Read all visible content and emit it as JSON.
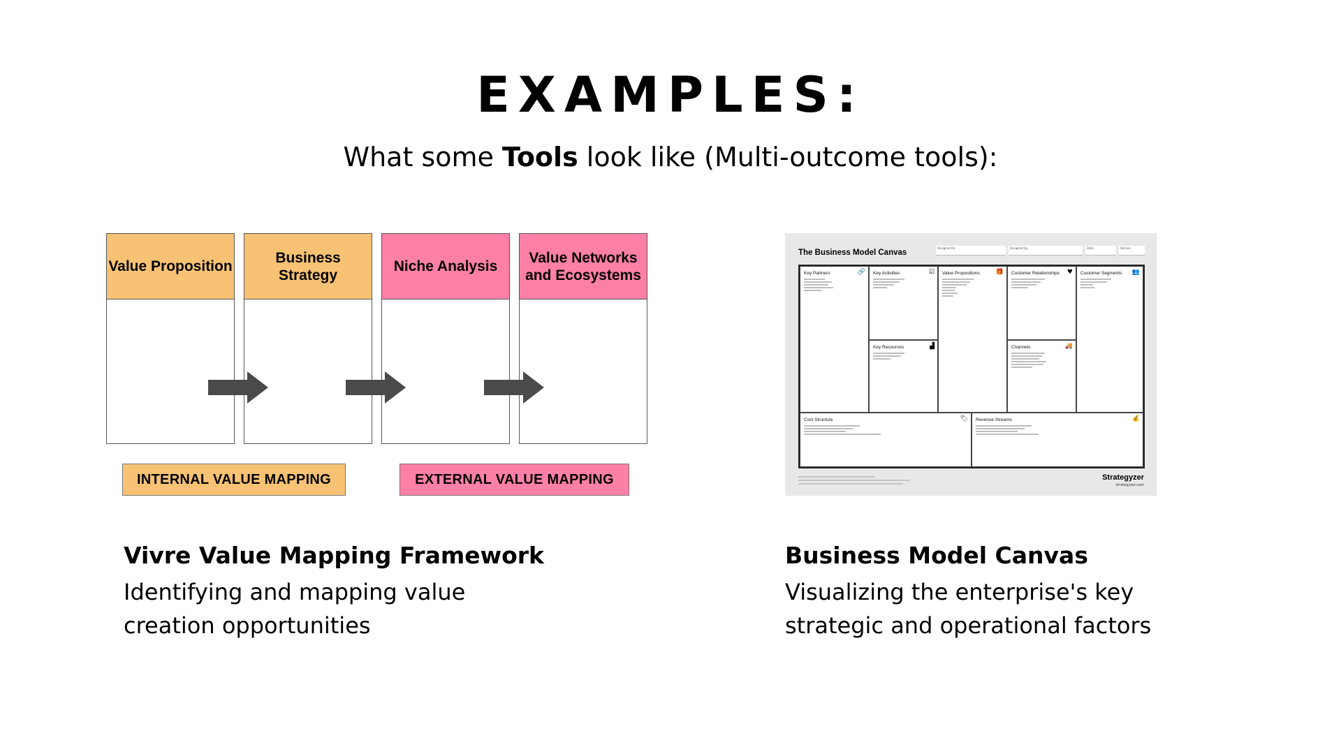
{
  "header": {
    "title": "EXAMPLES:",
    "subtitle_pre": "What some ",
    "subtitle_bold": "Tools",
    "subtitle_post": " look like (Multi-outcome tools):"
  },
  "framework": {
    "columns": [
      {
        "label": "Value Proposition",
        "color": "#f7c274"
      },
      {
        "label": "Business Strategy",
        "color": "#f7c274"
      },
      {
        "label": "Niche Analysis",
        "color": "#ff80a6"
      },
      {
        "label": "Value Networks and Ecosystems",
        "color": "#ff80a6"
      }
    ],
    "internal_label": "INTERNAL VALUE MAPPING",
    "external_label": "EXTERNAL VALUE MAPPING",
    "caption_title": "Vivre Value Mapping Framework",
    "caption_desc": "Identifying and mapping value creation opportunities"
  },
  "bmc": {
    "title": "The Business Model Canvas",
    "meta": [
      "Designed for:",
      "Designed by:",
      "Date:",
      "Version:"
    ],
    "cells": {
      "key_partners": "Key Partners",
      "key_activities": "Key Activities",
      "value_propositions": "Value Propositions",
      "customer_relationships": "Customer Relationships",
      "customer_segments": "Customer Segments",
      "key_resources": "Key Resources",
      "channels": "Channels",
      "cost_structure": "Cost Structure",
      "revenue_streams": "Revenue Streams"
    },
    "logo": "Strategyzer",
    "url": "strategyzer.com",
    "caption_title": "Business Model Canvas",
    "caption_desc": "Visualizing the enterprise's key strategic and operational factors"
  }
}
